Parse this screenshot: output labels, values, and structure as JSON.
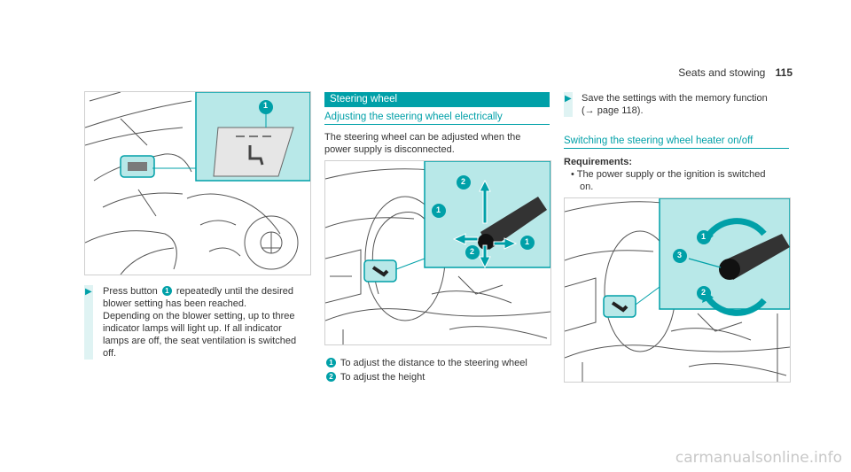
{
  "header": {
    "section": "Seats and stowing",
    "page_number": "115"
  },
  "col1": {
    "figure_callouts": [
      "1"
    ],
    "step_arrow": "▶",
    "text_line1_a": "Press button",
    "text_line1_num": "1",
    "text_line1_b": "repeatedly until the desired",
    "text_lines": [
      "blower setting has been reached.",
      "Depending on the blower setting, up to three",
      "indicator lamps will light up. If all indicator",
      "lamps are off, the seat ventilation is switched",
      "off."
    ]
  },
  "col2": {
    "section_title": "Steering wheel",
    "subheading": "Adjusting the steering wheel electrically",
    "intro_lines": [
      "The steering wheel can be adjusted when the",
      "power supply is disconnected."
    ],
    "figure_callouts": [
      "2",
      "1",
      "1",
      "2"
    ],
    "legend": [
      {
        "num": "1",
        "text": "To adjust the distance to the steering wheel"
      },
      {
        "num": "2",
        "text": "To adjust the height"
      }
    ]
  },
  "col3": {
    "step_arrow": "▶",
    "step_lines": [
      "Save the settings with the memory function",
      "(→ page 118)."
    ],
    "subheading": "Switching the steering wheel heater on/off",
    "requirements_label": "Requirements:",
    "bullet": "•",
    "req_lines": [
      "The power supply or the ignition is switched",
      "on."
    ],
    "figure_callouts": [
      "1",
      "3",
      "2"
    ]
  },
  "footer": {
    "watermark": "carmanualsonline.info"
  },
  "colors": {
    "accent": "#00a0a8",
    "inset_bg": "#b8e8e8",
    "note_bar": "#dff3f3"
  }
}
